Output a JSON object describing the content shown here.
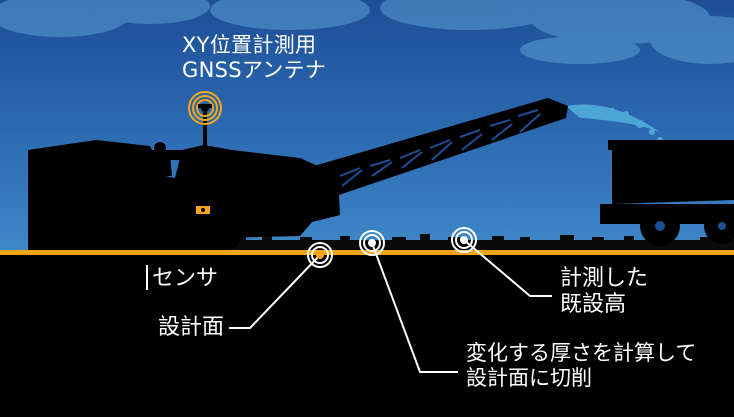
{
  "labels": {
    "antenna_line1": "XY位置計測用",
    "antenna_line2": "GNSSアンテナ",
    "sensor": "センサ",
    "design_surface": "設計面",
    "measured_line1": "計測した",
    "measured_line2": "既設高",
    "thickness_line1": "変化する厚さを計算して",
    "thickness_line2": "設計面に切削"
  },
  "colors": {
    "sky_top": "#1d4e96",
    "sky_bottom": "#3f88c8",
    "ground": "#000000",
    "design_line": "#f2a516",
    "label_text": "#ffffff",
    "antenna_glow": "#f3a81c",
    "asphalt_spray": "#4da6d8"
  },
  "icons": {
    "machine": "road-milling-machine-icon",
    "truck": "dump-truck-icon",
    "antenna": "gnss-antenna-icon",
    "sensor": "sensor-target-icon"
  }
}
